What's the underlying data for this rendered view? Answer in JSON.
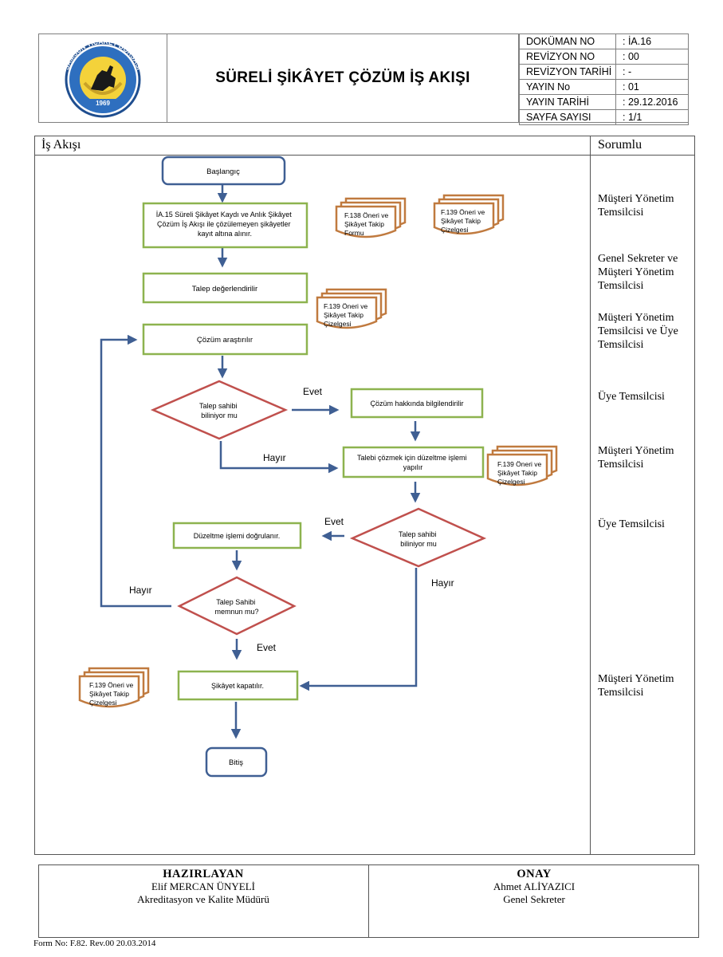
{
  "header": {
    "logo_text_top": "SAMSUN TİCARET BORSASI",
    "logo_year": "1969",
    "title": "SÜRELİ ŞİKÂYET ÇÖZÜM İŞ AKIŞI",
    "meta": [
      {
        "key": "DOKÜMAN NO",
        "value": ": İA.16"
      },
      {
        "key": "REVİZYON NO",
        "value": ": 00"
      },
      {
        "key": "REVİZYON TARİHİ",
        "value": ": -"
      },
      {
        "key": "YAYIN No",
        "value": ": 01"
      },
      {
        "key": "YAYIN TARİHİ",
        "value": ": 29.12.2016"
      },
      {
        "key": "SAYFA SAYISI",
        "value": ": 1/1"
      }
    ]
  },
  "columns": {
    "flow": "İş Akışı",
    "responsible": "Sorumlu"
  },
  "responsible": [
    "Müşteri Yönetim Temsilcisi",
    "Genel Sekreter ve Müşteri Yönetim Temsilcisi",
    "Müşteri Yönetim Temsilcisi ve Üye Temsilcisi",
    "Üye Temsilcisi",
    "Müşteri Yönetim Temsilcisi",
    "Üye Temsilcisi",
    "Müşteri Yönetim Temsilcisi"
  ],
  "flow": {
    "start": "Başlangıç",
    "step1": [
      "İA.15 Süreli Şikâyet Kaydı ve Anlık Şikâyet",
      "Çözüm İş Akışı ile çözülemeyen şikâyetler",
      "kayıt altına alınır."
    ],
    "step2": "Talep değerlendirilir",
    "step3": "Çözüm araştırılır",
    "decision1": [
      "Talep sahibi",
      "biliniyor mu"
    ],
    "inform": "Çözüm hakkında bilgilendirilir",
    "correction": [
      "Talebi çözmek için düzeltme işlemi",
      "yapılır"
    ],
    "decision2": [
      "Talep sahibi",
      "biliniyor mu"
    ],
    "verify": "Düzeltme işlemi doğrulanır.",
    "decision3": [
      "Talep Sahibi",
      "memnun mu?"
    ],
    "close": "Şikâyet kapatılır.",
    "end": "Bitiş",
    "yes": "Evet",
    "no": "Hayır",
    "doc_f138": [
      "F.138 Öneri ve",
      "Şikâyet Takip",
      "Formu"
    ],
    "doc_f139": [
      "F.139 Öneri ve",
      "Şikâyet Takip",
      "Çizelgesi"
    ]
  },
  "footer": {
    "prepared_title": "HAZIRLAYAN",
    "prepared_name": "Elif MERCAN ÜNYELİ",
    "prepared_role": "Akreditasyon ve Kalite Müdürü",
    "approved_title": "ONAY",
    "approved_name": "Ahmet ALİYAZICI",
    "approved_role": "Genel Sekreter",
    "form_no": "Form No: F.82. Rev.00 20.03.2014"
  },
  "colors": {
    "process_border": "#8db34f",
    "terminal_border": "#3f5f93",
    "decision_border": "#c0504d",
    "document_border": "#c07a3f",
    "arrow": "#3f5f93"
  }
}
